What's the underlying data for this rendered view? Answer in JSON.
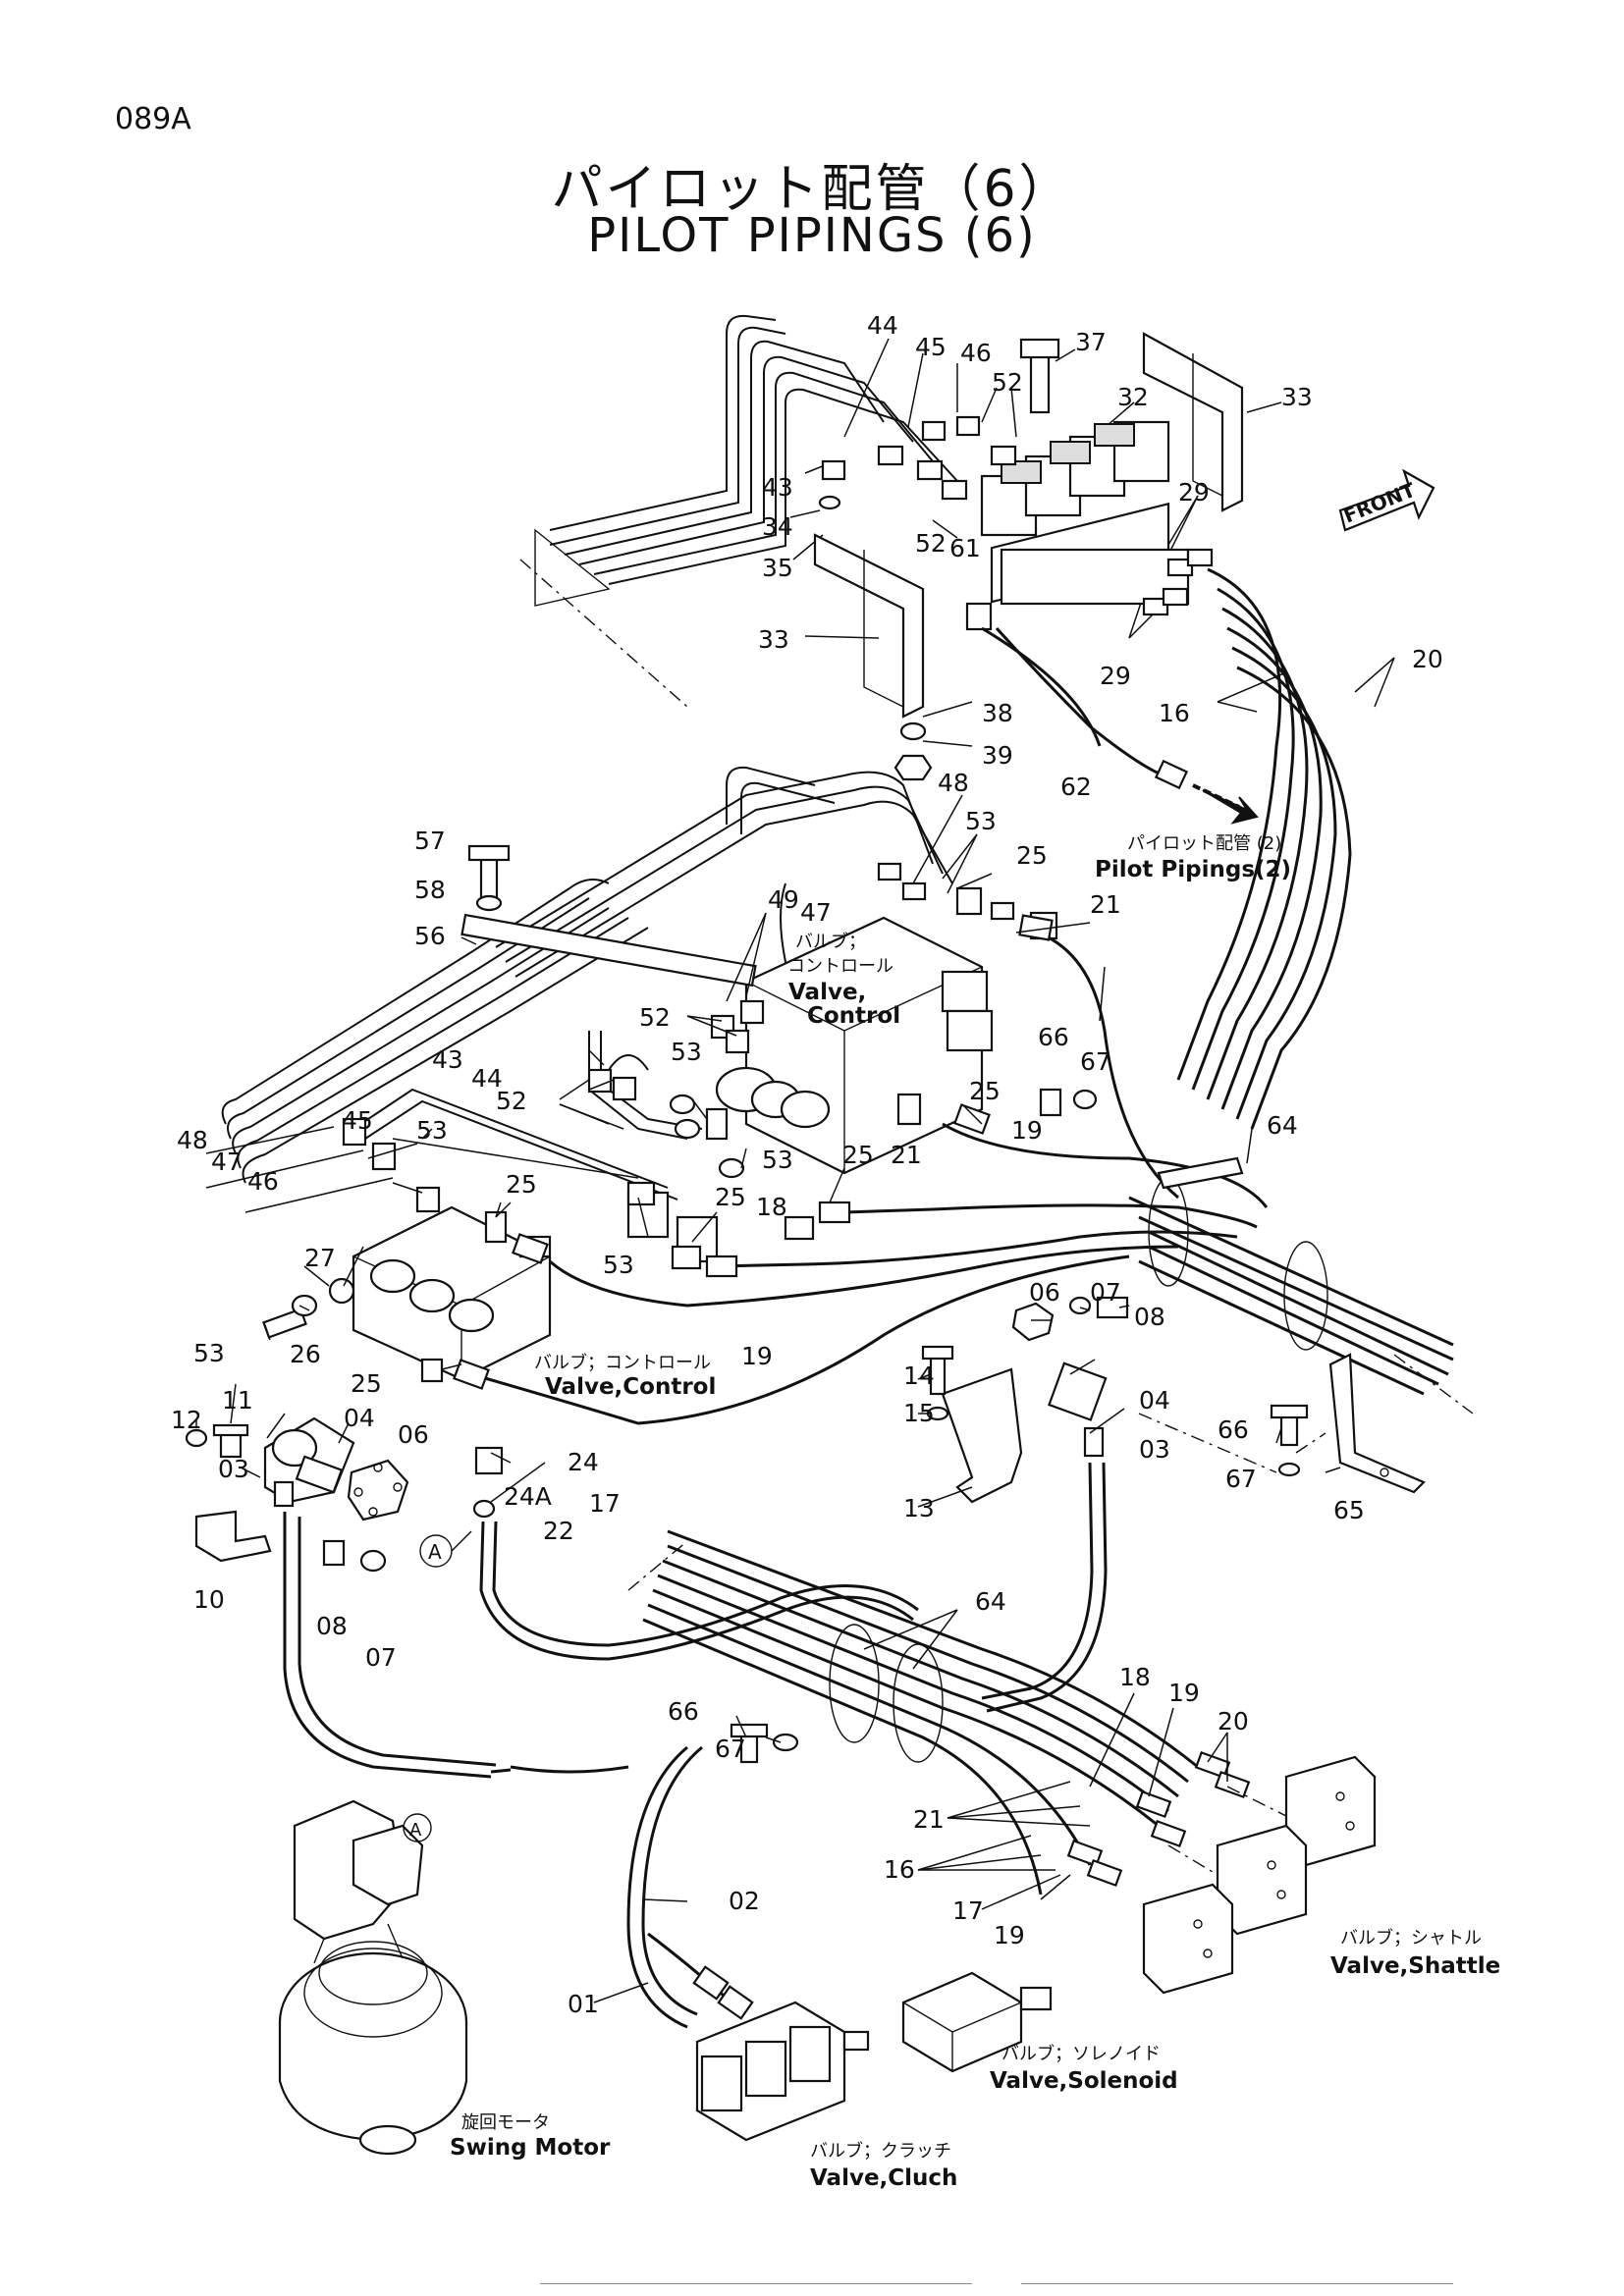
{
  "header": {
    "page_code": "089A",
    "title_jp": "パイロット配管（6）",
    "title_en": "PILOT PIPINGS (6)"
  },
  "direction_label": "FRONT",
  "circle_marker": "A",
  "parts": {
    "p44a": "44",
    "p45a": "45",
    "p46a": "46",
    "p37": "37",
    "p52a": "52",
    "p32": "32",
    "p33a": "33",
    "p43a": "43",
    "p34": "34",
    "p35": "35",
    "p52b": "52",
    "p61": "61",
    "p29a": "29",
    "p29b": "29",
    "p33b": "33",
    "p16a": "16",
    "p20a": "20",
    "p38": "38",
    "p39": "39",
    "p62": "62",
    "p48a": "48",
    "p53a": "53",
    "p25a": "25",
    "p57": "57",
    "p58": "58",
    "p49": "49",
    "p47a": "47",
    "p21a": "21",
    "p56": "56",
    "p52c": "52",
    "p66a": "66",
    "p67a": "67",
    "p43b": "43",
    "p44b": "44",
    "p53b": "53",
    "p52d": "52",
    "p45b": "45",
    "p25b": "25",
    "p64a": "64",
    "p53c": "53",
    "p19a": "19",
    "p25c": "25",
    "p21b": "21",
    "p53d": "53",
    "p25d": "25",
    "p18a": "18",
    "p25e": "25",
    "p48b": "48",
    "p47b": "47",
    "p46b": "46",
    "p53e": "53",
    "p27": "27",
    "p26": "26",
    "p53f": "53",
    "p19b": "19",
    "p25f": "25",
    "p06a": "06",
    "p07a": "07",
    "p08a": "08",
    "p04a": "04",
    "p03a": "03",
    "p11": "11",
    "p12": "12",
    "p04b": "04",
    "p06b": "06",
    "p03b": "03",
    "p24": "24",
    "p24A": "24A",
    "p14": "14",
    "p15": "15",
    "p13": "13",
    "p66b": "66",
    "p67b": "67",
    "p65": "65",
    "p17a": "17",
    "p22": "22",
    "p10": "10",
    "p08b": "08",
    "p07b": "07",
    "p64b": "64",
    "p66c": "66",
    "p67c": "67",
    "p18b": "18",
    "p19c": "19",
    "p20b": "20",
    "p21c": "21",
    "p16b": "16",
    "p17b": "17",
    "p19d": "19",
    "p02": "02",
    "p01": "01"
  },
  "callouts": {
    "pilot_pipings_jp": "パイロット配管 (2)",
    "pilot_pipings_en": "Pilot Pipings(2)",
    "valve_control_top_jp1": "バルブ；",
    "valve_control_top_jp2": "コントロール",
    "valve_control_top_en1": "Valve,",
    "valve_control_top_en2": "Control",
    "valve_control_left_jp": "バルブ；コントロール",
    "valve_control_left_en": "Valve,Control",
    "valve_shuttle_jp": "バルブ；シャトル",
    "valve_shuttle_en": "Valve,Shattle",
    "valve_solenoid_jp": "バルブ；ソレノイド",
    "valve_solenoid_en": "Valve,Solenoid",
    "valve_cluch_jp": "バルブ；クラッチ",
    "valve_cluch_en": "Valve,Cluch",
    "swing_motor_jp": "旋回モータ",
    "swing_motor_en": "Swing Motor"
  }
}
